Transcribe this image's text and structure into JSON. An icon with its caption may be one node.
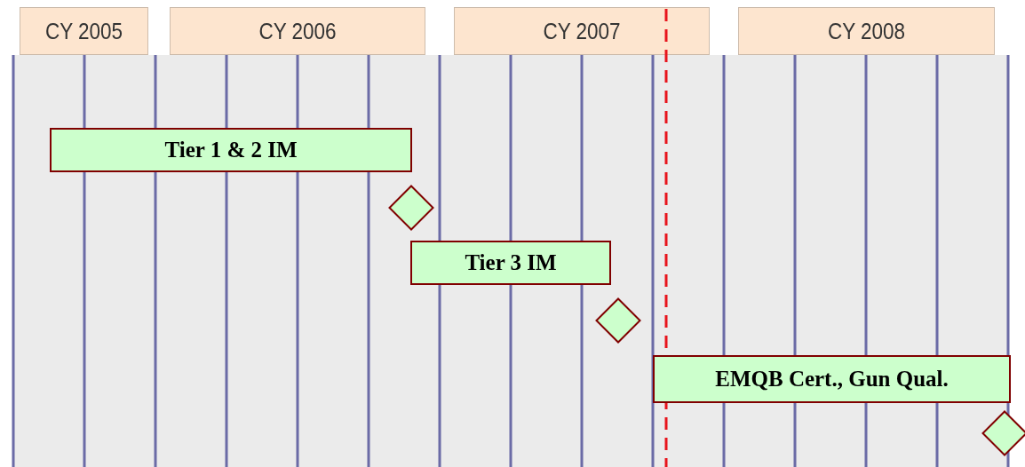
{
  "diagram": {
    "nodes": [
      {
        "text": [
          "CY 2005"
        ]
      },
      {
        "text": [
          "CY 2006"
        ]
      },
      {
        "text": [
          "CY 2007"
        ]
      },
      {
        "text": [
          "CY 2008"
        ]
      },
      {
        "text": [
          "Tier 1 & 2 IM"
        ]
      },
      {
        "text": [],
        "shape": "diamond"
      },
      {
        "text": [
          "Tier 3 IM"
        ]
      },
      {
        "text": [],
        "shape": "diamond"
      },
      {
        "text": [
          "EMQB Cert., Gun Qual."
        ]
      },
      {
        "text": [],
        "shape": "diamond"
      }
    ]
  }
}
